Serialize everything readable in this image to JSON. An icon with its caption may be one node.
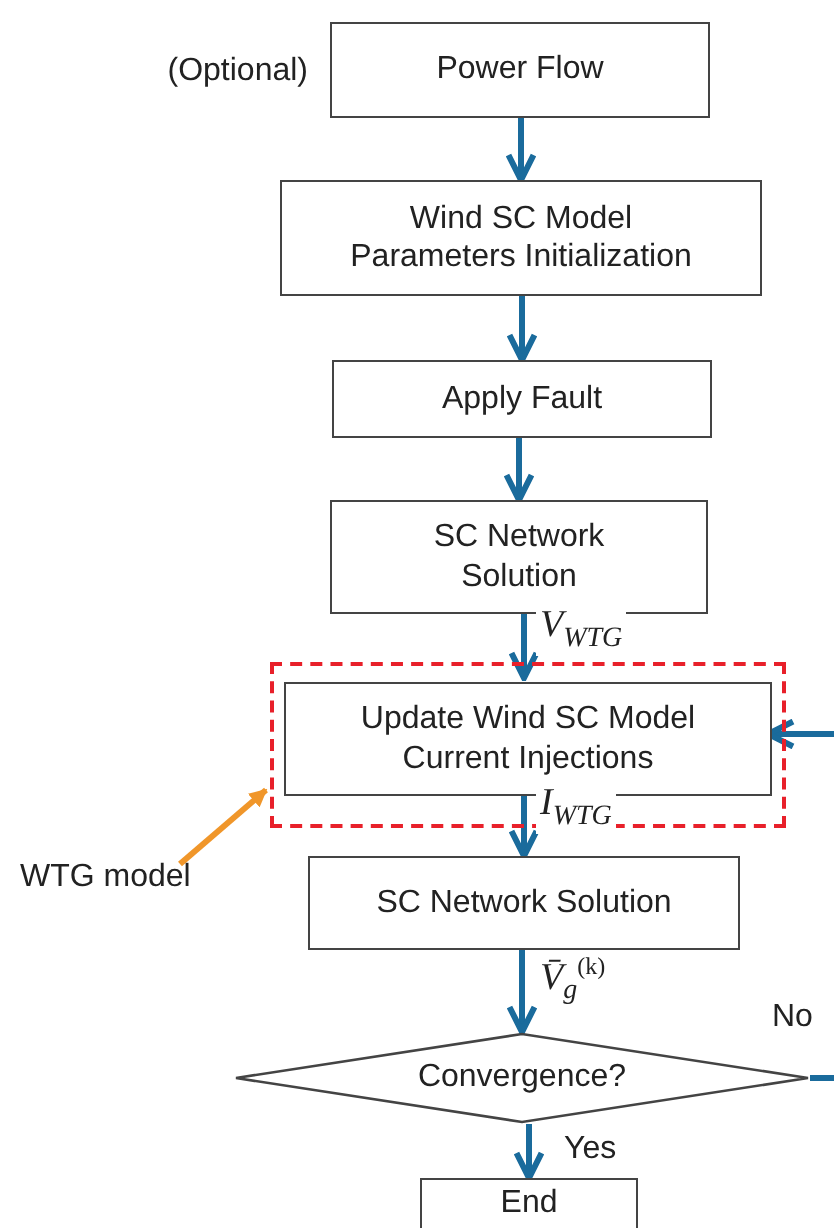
{
  "diagram": {
    "nodes": [
      {
        "text": [
          "Power Flow"
        ],
        "beside": [
          "(Optional)"
        ]
      },
      {
        "text": [
          "Wind SC Model Parameters Initialization"
        ]
      },
      {
        "text": [
          "Apply Fault"
        ]
      },
      {
        "text": [
          "SC Network Solution"
        ]
      },
      {
        "text": [],
        "shape": "box"
      },
      {
        "text": [
          "Update Wind SC Model Current Injections"
        ],
        "in": 4
      },
      {
        "text": [
          "WTG model"
        ]
      },
      {
        "text": [
          "SC Network Solution"
        ]
      },
      {
        "text": [
          "Convergence?"
        ]
      },
      {
        "text": [
          "End"
        ]
      }
    ],
    "edges": [
      {
        "from": 0,
        "to": 1,
        "arrow": "to"
      },
      {
        "from": 1,
        "to": 2,
        "arrow": "to"
      },
      {
        "from": 2,
        "to": 3,
        "arrow": "to"
      },
      {
        "from": 3,
        "to": 5,
        "arrow": "to",
        "label": "*V*$_{WTG}$"
      },
      {
        "from": 5,
        "to": 7,
        "arrow": "to",
        "label": "*I*$_{WTG}$"
      },
      {
        "from": 6,
        "to": 4,
        "arrow": "to",
        "color": "#f0962a"
      },
      {
        "from": 7,
        "to": 8,
        "arrow": "to",
        "label": "*V̄*$_{g}$$^{(k)}$"
      },
      {
        "from": 8,
        "to": 9,
        "arrow": "to",
        "label": "Yes"
      },
      {
        "from": 8,
        "to": null,
        "arrow": "none",
        "label": "No"
      },
      {
        "from": null,
        "to": 5,
        "arrow": "to"
      }
    ]
  }
}
